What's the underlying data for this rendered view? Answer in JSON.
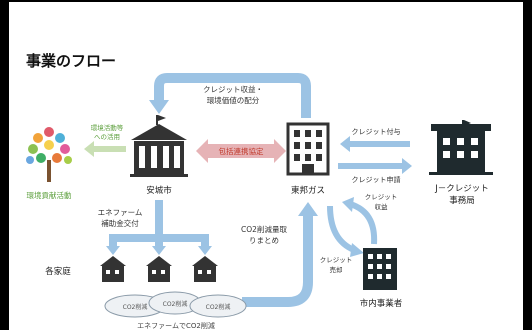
{
  "title": "事業のフロー",
  "labels": {
    "credit_revenue_1": "クレジット収益・",
    "credit_revenue_2": "環境価値の配分",
    "env_activity_1": "環境活動等",
    "env_activity_2": "への活用",
    "env_contribution": "環境貢献活動",
    "anjo_city": "安城市",
    "partnership": "包括連携協定",
    "toho_gas": "東邦ガス",
    "credit_grant": "クレジット付与",
    "credit_apply": "クレジット申請",
    "jcredit_1": "J－クレジット",
    "jcredit_2": "事務局",
    "enefarm_subsidy_1": "エネファーム",
    "enefarm_subsidy_2": "補助金交付",
    "co2_collect_1": "CO2削減量取",
    "co2_collect_2": "りまとめ",
    "credit_income_1": "クレジット",
    "credit_income_2": "収益",
    "credit_sale_1": "クレジット",
    "credit_sale_2": "売却",
    "households": "各家庭",
    "local_business": "市内事業者",
    "cloud_1": "CO2削減",
    "cloud_2": "CO2削減",
    "cloud_3": "CO2削減",
    "cloud_caption": "エネファームでCO2削減"
  },
  "colors": {
    "arrow": "#9cc3e4",
    "arrow_pink": "#e0a0a4",
    "partnership_text": "#c0392b",
    "green": "#5a9e3a",
    "building": "#333333",
    "building_dark": "#1f2a2e"
  },
  "icons": [
    "tree-icon",
    "city-hall-icon",
    "office-building-icon",
    "jcredit-office-icon",
    "house-icon",
    "business-building-icon"
  ]
}
